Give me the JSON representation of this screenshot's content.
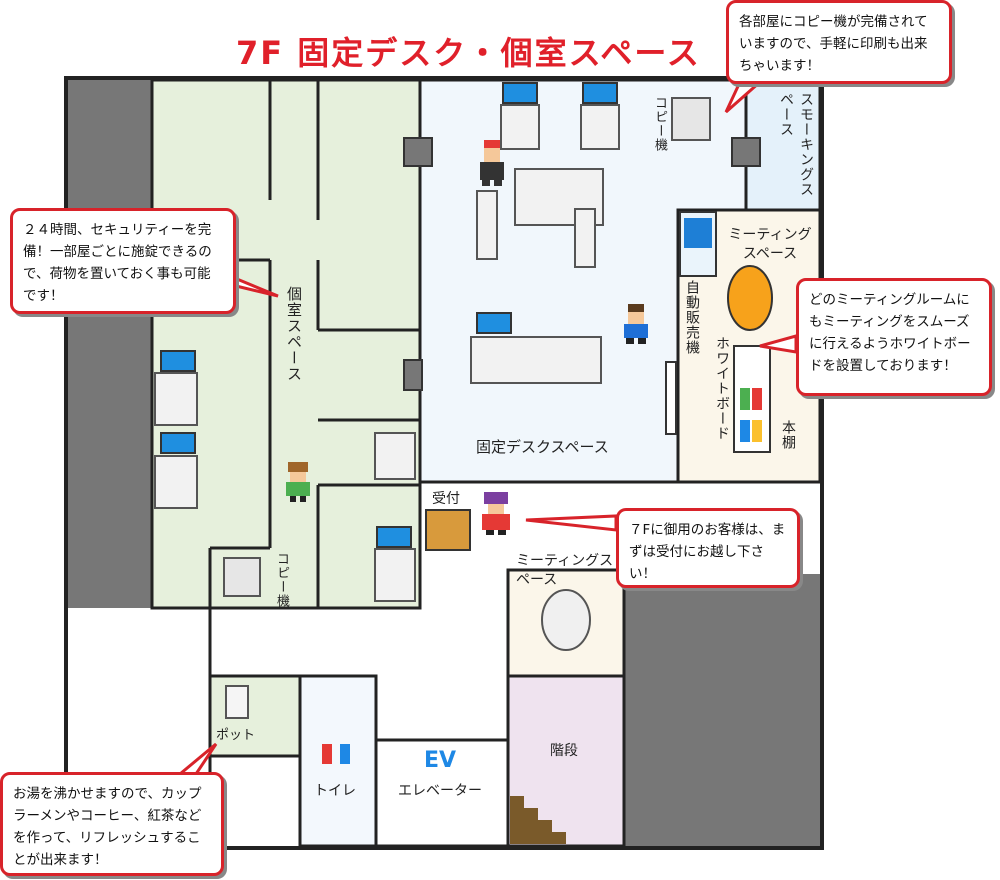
{
  "title": "7F 固定デスク・個室スペース",
  "labels": {
    "private_space": "個室スペース",
    "fixed_desk": "固定デスクスペース",
    "copier_top": "コピー機",
    "copier_bottom": "コピー機",
    "smoking": "スモーキングスペース",
    "meeting_top": "ミーティングスペース",
    "vending": "自動販売機",
    "whiteboard": "ホワイトボード",
    "bookshelf": "本棚",
    "reception": "受付",
    "meeting_bottom": "ミーティングスペース",
    "pot": "ポット",
    "toilet": "トイレ",
    "ev": "EV",
    "elevator": "エレベーター",
    "stairs": "階段"
  },
  "callouts": {
    "copier": "各部屋にコピー機が完備されていますので、手軽に印刷も出来ちゃいます！",
    "security": "２４時間、セキュリティーを完備！一部屋ごとに施錠できるので、荷物を置いておく事も可能です！",
    "whiteboard": "どのミーティングルームにもミーティングをスムーズに行えるようホワイトボードを設置しております！",
    "reception": "７Fに御用のお客様は、まずは受付にお越し下さい！",
    "pot": "お湯を沸かせますので、カップラーメンやコーヒー、紅茶などを作って、リフレッシュすることが出来ます！"
  },
  "colors": {
    "title": "#e0202a",
    "private_area": "#e6f0dc",
    "fixed_area": "#f1f7fc",
    "smoking_area": "#e4f1fa",
    "meeting_area": "#fbf6ea",
    "stairs_area": "#efe3ef",
    "grey_block": "#777777",
    "callout_border": "#d8232a"
  }
}
